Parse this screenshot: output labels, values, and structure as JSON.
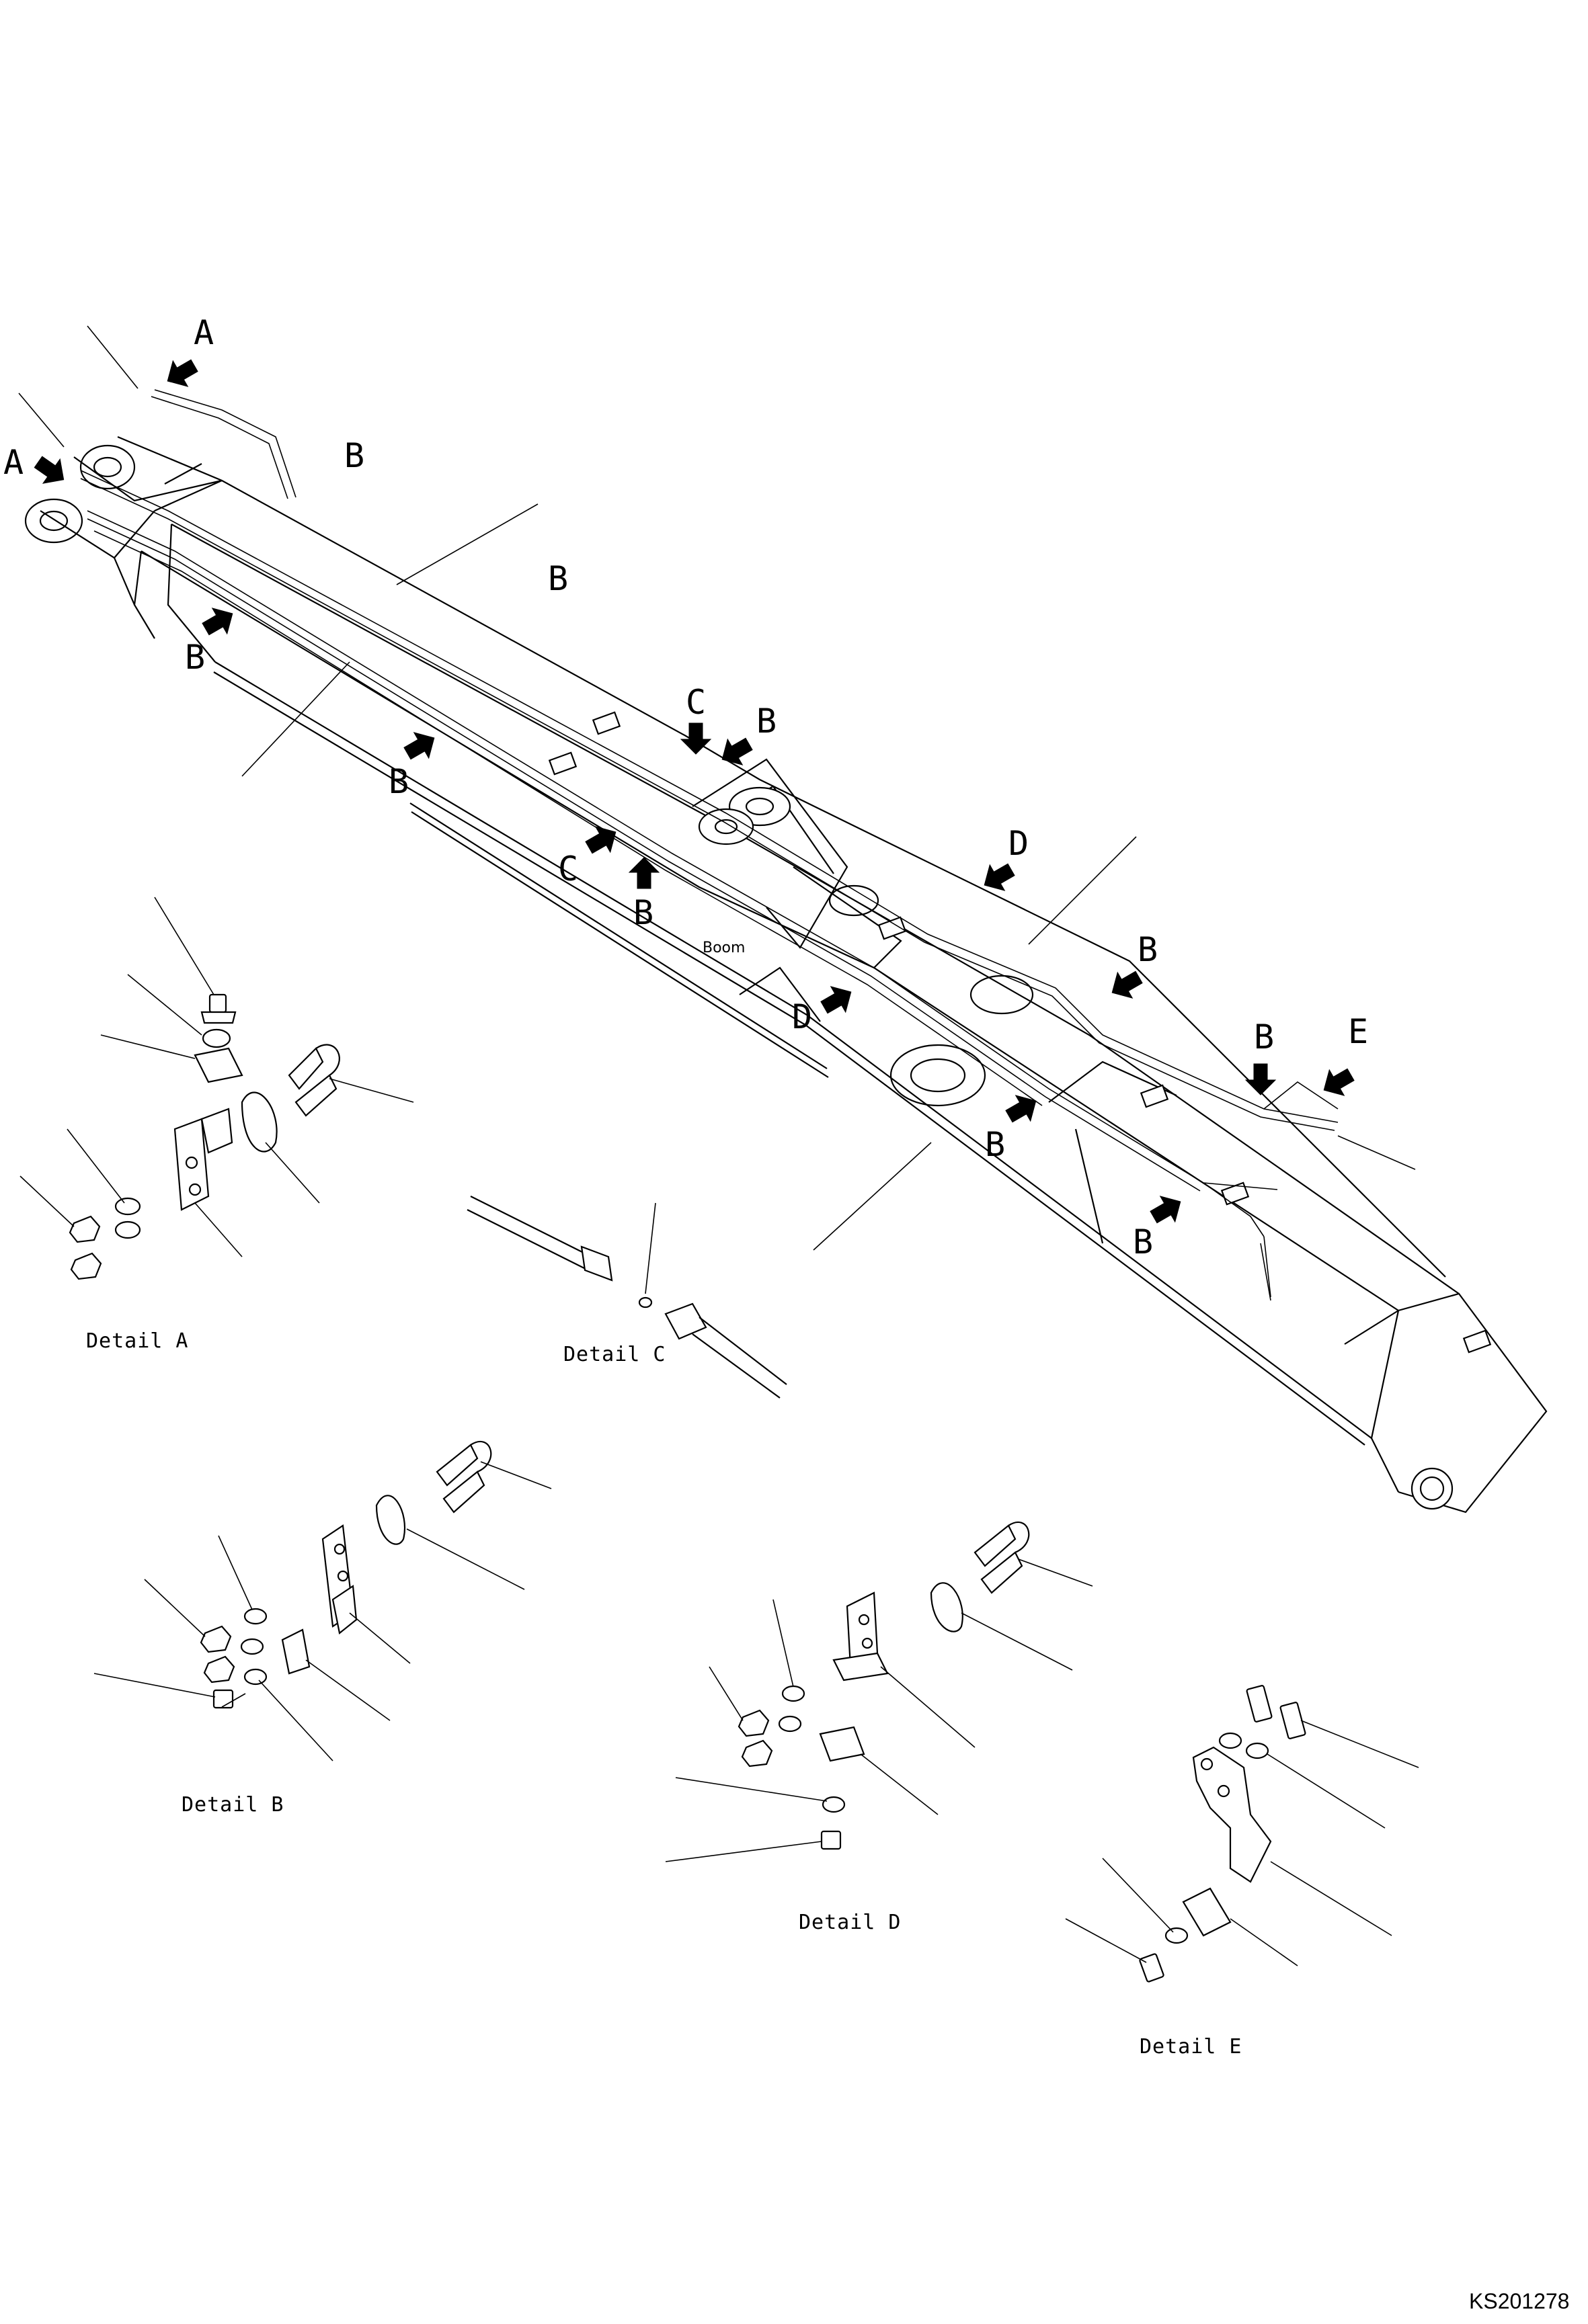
{
  "diagram": {
    "boom_label": "Boom",
    "callouts": [
      "A",
      "A",
      "B",
      "B",
      "B",
      "B",
      "C",
      "B",
      "C",
      "B",
      "D",
      "D",
      "B",
      "B",
      "B",
      "E",
      "B"
    ],
    "details": {
      "a": "Detail A",
      "b": "Detail B",
      "c": "Detail C",
      "d": "Detail D",
      "e": "Detail E"
    },
    "drawing_code": "KS201278"
  }
}
